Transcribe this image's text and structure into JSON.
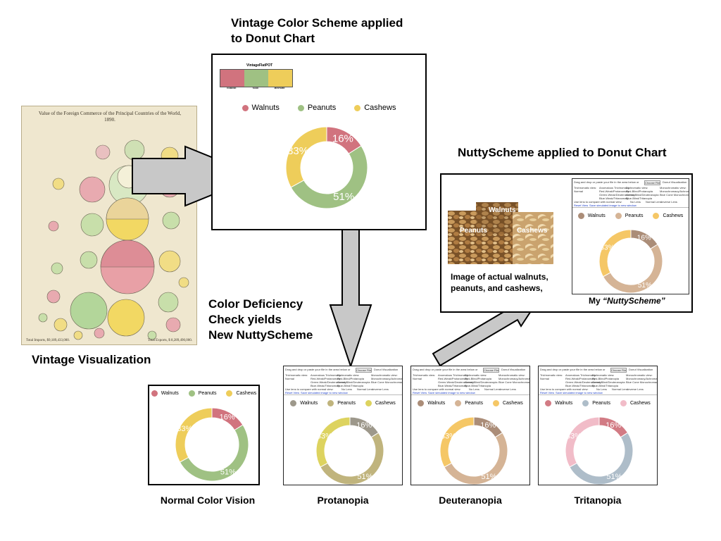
{
  "headings": {
    "vintage_scheme": "Vintage Color Scheme applied\nto Donut Chart",
    "nutty_applied": "NuttyScheme applied to Donut Chart",
    "deficiency": "Color Deficiency\nCheck yields\nNew NuttyScheme",
    "vintage_viz": "Vintage Visualization"
  },
  "poster": {
    "title": "Value of the Foreign Commerce of the Principal Countries of the World, 1890.",
    "imports_total": "Total Imports, $9,189,433,000.",
    "exports_total": "Total Exports, $ 8,289,490,000."
  },
  "palette": {
    "label": "VintageFlatPOT",
    "swatches": [
      {
        "color": "#d1737e",
        "name": "DAMASK"
      },
      {
        "color": "#9fc183",
        "name": "SAGE"
      },
      {
        "color": "#eecd5a",
        "name": "MUSTARD"
      }
    ]
  },
  "nut_photo": {
    "labels": [
      "Walnuts",
      "Peanuts",
      "Cashews"
    ],
    "caption": "Image of actual walnuts,\npeanuts, and cashews,"
  },
  "my_scheme_caption_prefix": "My ",
  "my_scheme_caption_name": "“NuttyScheme”",
  "toolbar": {
    "drop_text": "Drag and drop or paste your file in the area below or",
    "button": "Choose File",
    "file": "Donut Visualization",
    "options": [
      "Trichromatic view:",
      "Normal",
      "Anomalous Trichromacy:",
      "Red-Weak/Protanomaly",
      "Green-Weak/Deuteranomaly",
      "Blue-Weak/Tritanomaly",
      "Dichromatic view:",
      "Red-Blind/Protanopia",
      "Green-Blind/Deuteranopia",
      "Blue-Blind/Tritanopia",
      "Monochromatic view:",
      "Monochromacy/Achromatopsia",
      "Blue Cone Monochromacy"
    ],
    "compare": "Use lens to compare with normal view:",
    "lens": [
      "No Lens",
      "Normal Lens",
      "Inverse Lens"
    ],
    "links": [
      "Reset View",
      "Save simulated image to new window"
    ]
  },
  "captions": [
    "Normal Color Vision",
    "Protanopia",
    "Deuteranopia",
    "Tritanopia"
  ],
  "chart_data": [
    {
      "type": "pie",
      "name": "Vintage Color Scheme",
      "categories": [
        "Walnuts",
        "Peanuts",
        "Cashews"
      ],
      "values": [
        16,
        51,
        33
      ],
      "labels": [
        "16%",
        "51%",
        "33%"
      ],
      "colors": [
        "#d1737e",
        "#9fc183",
        "#eecd5a"
      ],
      "donut": true,
      "legend": "top"
    },
    {
      "type": "pie",
      "name": "NuttyScheme",
      "categories": [
        "Walnuts",
        "Peanuts",
        "Cashews"
      ],
      "values": [
        16,
        51,
        33
      ],
      "labels": [
        "16%",
        "51%",
        "33%"
      ],
      "colors": [
        "#ab8d78",
        "#d5b496",
        "#f5c766"
      ],
      "donut": true,
      "legend": "top"
    },
    {
      "type": "pie",
      "name": "Normal Color Vision",
      "categories": [
        "Walnuts",
        "Peanuts",
        "Cashews"
      ],
      "values": [
        16,
        51,
        33
      ],
      "labels": [
        "16%",
        "51%",
        "33%"
      ],
      "colors": [
        "#d1737e",
        "#9fc183",
        "#eecd5a"
      ],
      "donut": true,
      "legend": "top"
    },
    {
      "type": "pie",
      "name": "Protanopia",
      "categories": [
        "Walnuts",
        "Peanuts",
        "Cashews"
      ],
      "values": [
        16,
        51,
        33
      ],
      "labels": [
        "16%",
        "51%",
        "33%"
      ],
      "colors": [
        "#9d988b",
        "#c0b47d",
        "#ddd35f"
      ],
      "donut": true,
      "legend": "top"
    },
    {
      "type": "pie",
      "name": "Deuteranopia",
      "categories": [
        "Walnuts",
        "Peanuts",
        "Cashews"
      ],
      "values": [
        16,
        51,
        33
      ],
      "labels": [
        "16%",
        "51%",
        "33%"
      ],
      "colors": [
        "#ab8d78",
        "#d5b496",
        "#f5c766"
      ],
      "donut": true,
      "legend": "top"
    },
    {
      "type": "pie",
      "name": "Tritanopia",
      "categories": [
        "Walnuts",
        "Peanuts",
        "Cashews"
      ],
      "values": [
        16,
        51,
        33
      ],
      "labels": [
        "16%",
        "51%",
        "33%"
      ],
      "colors": [
        "#d27b84",
        "#aebdc9",
        "#f1bcc8"
      ],
      "donut": true,
      "legend": "top"
    }
  ]
}
